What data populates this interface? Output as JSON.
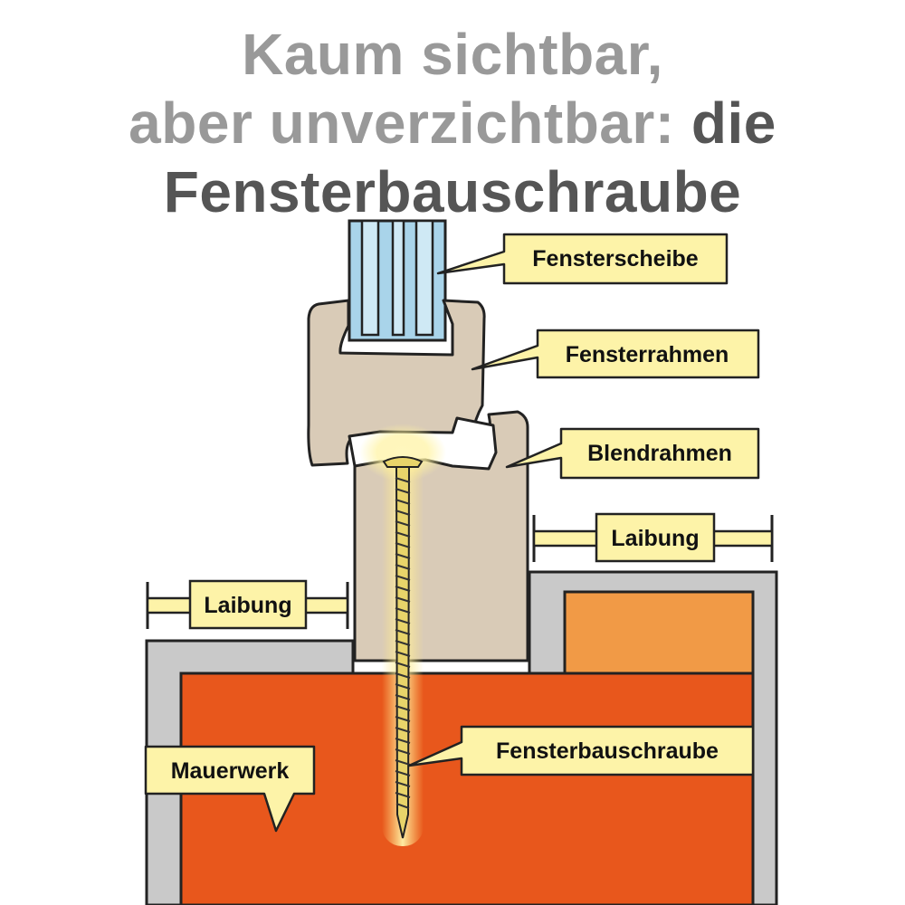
{
  "title": {
    "line1": "Kaum sichtbar,",
    "line2": "aber unverzichtbar:",
    "line2_dark": "die",
    "line3": "Fensterbauschraube"
  },
  "labels": {
    "fensterscheibe": "Fensterscheibe",
    "fensterrahmen": "Fensterrahmen",
    "blendrahmen": "Blendrahmen",
    "laibung_right": "Laibung",
    "laibung_left": "Laibung",
    "fensterbauschraube": "Fensterbauschraube",
    "mauerwerk": "Mauerwerk"
  },
  "colors": {
    "glass": "#a9d4ea",
    "frame": "#d9cbb7",
    "plaster": "#c9c9c9",
    "masonry": "#e8571c",
    "insulation": "#f19a46",
    "callout": "#fdf3a8",
    "screw": "#e8d46a"
  }
}
